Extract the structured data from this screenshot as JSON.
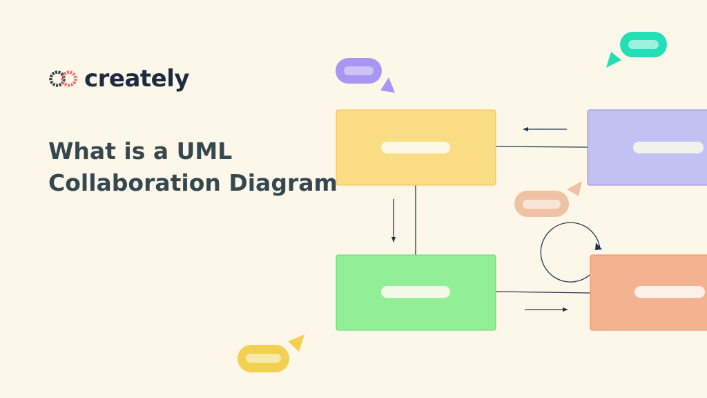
{
  "brand": {
    "name": "creately"
  },
  "headline": {
    "line1": "What is a UML",
    "line2": "Collaboration Diagram"
  },
  "colors": {
    "background": "#fdf7ea",
    "brand_text": "#1c2b3f",
    "title_text": "#35474f",
    "logo_left": "#2e3d4b",
    "logo_right": "#e8736c",
    "object_yellow": "#fadc84",
    "object_purple": "#c3c1f3",
    "object_green": "#92ef98",
    "object_orange": "#f3b393",
    "connector": "#1d3550"
  },
  "diagram": {
    "objects": [
      {
        "name": "yellow-object"
      },
      {
        "name": "purple-object"
      },
      {
        "name": "green-object"
      },
      {
        "name": "orange-object"
      }
    ],
    "messages": [
      "left",
      "down",
      "right",
      "self-loop"
    ]
  }
}
